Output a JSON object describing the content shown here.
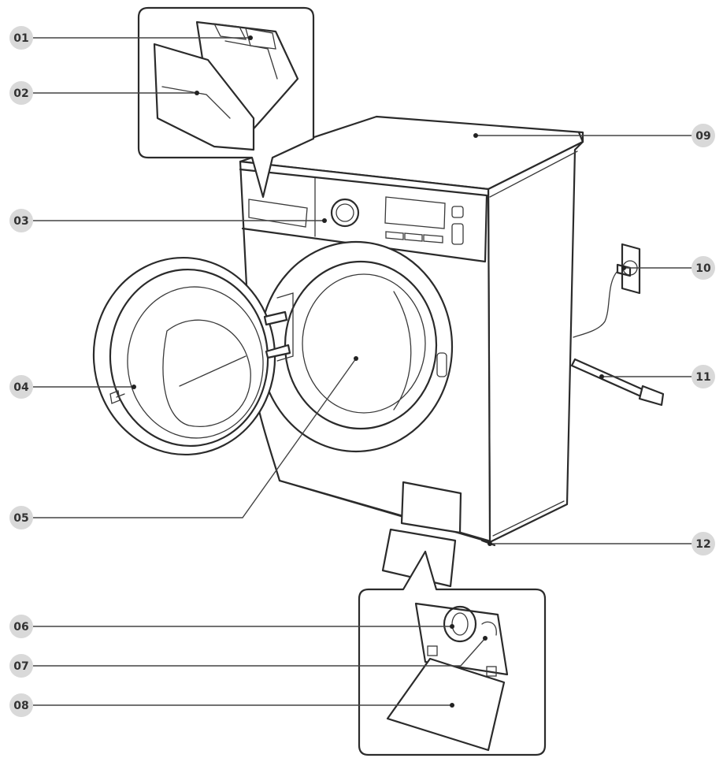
{
  "callouts": [
    {
      "id": "01",
      "label": "01"
    },
    {
      "id": "02",
      "label": "02"
    },
    {
      "id": "03",
      "label": "03"
    },
    {
      "id": "04",
      "label": "04"
    },
    {
      "id": "05",
      "label": "05"
    },
    {
      "id": "06",
      "label": "06"
    },
    {
      "id": "07",
      "label": "07"
    },
    {
      "id": "08",
      "label": "08"
    },
    {
      "id": "09",
      "label": "09"
    },
    {
      "id": "10",
      "label": "10"
    },
    {
      "id": "11",
      "label": "11"
    },
    {
      "id": "12",
      "label": "12"
    }
  ],
  "colors": {
    "badge_fill": "#d9d9d9",
    "line": "#2b2b2b",
    "background": "#ffffff"
  }
}
